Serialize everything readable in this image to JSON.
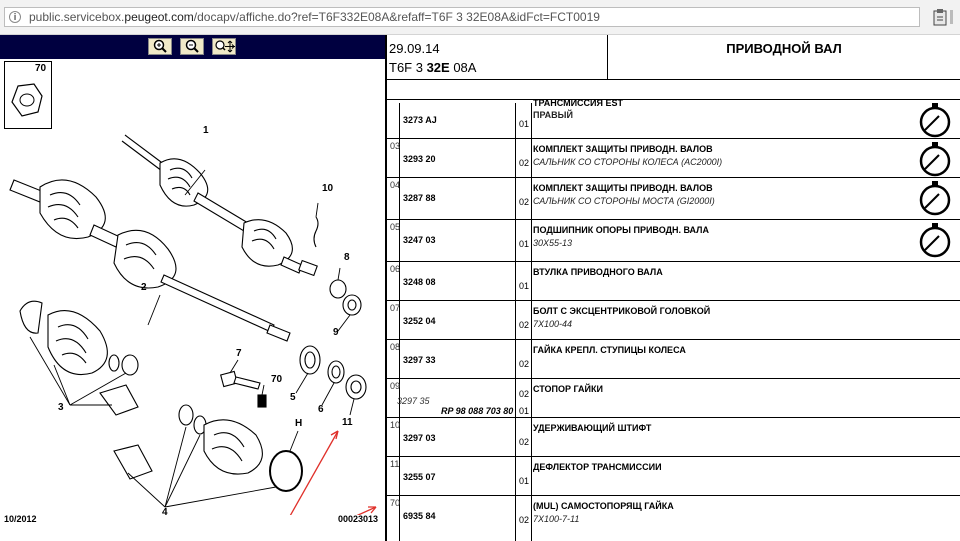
{
  "browser": {
    "url_prefix": "public.servicebox.",
    "url_domain": "peugeot.com",
    "url_suffix": "/docapv/affiche.do?ref=T6F332E08A&refaff=T6F 3 32E08A&idFct=FCT0019"
  },
  "diagram": {
    "inset_number": "70",
    "callouts": [
      "1",
      "2",
      "3",
      "4",
      "5",
      "6",
      "7",
      "8",
      "9",
      "10",
      "11",
      "70",
      "H"
    ],
    "footer_date": "10/2012",
    "footer_code": "00023013"
  },
  "header": {
    "date": "29.09.14",
    "ref_a": "T6F 3 ",
    "ref_b": "32E",
    "ref_c": " 08A",
    "title": "ПРИВОДНОЙ ВАЛ"
  },
  "rows": [
    {
      "item": "",
      "part": "3273 AJ",
      "qty": "01",
      "desc": "ТРАНСМИССИЯ EST",
      "desc2": "ПРАВЫЙ",
      "timer": true
    },
    {
      "item": "03",
      "part": "3293 20",
      "qty": "02",
      "desc": "КОМПЛЕКТ ЗАЩИТЫ ПРИВОДН. ВАЛОВ",
      "desc2": "САЛЬНИК СО СТОРОНЫ КОЛЕСА (AC2000I)",
      "timer": true
    },
    {
      "item": "04",
      "part": "3287 88",
      "qty": "02",
      "desc": "КОМПЛЕКТ ЗАЩИТЫ ПРИВОДН. ВАЛОВ",
      "desc2": "САЛЬНИК СО СТОРОНЫ МОСТА (GI2000I)",
      "timer": true
    },
    {
      "item": "05",
      "part": "3247 03",
      "qty": "01",
      "desc": "ПОДШИПНИК ОПОРЫ ПРИВОДН. ВАЛА",
      "desc2": "30X55-13",
      "timer": true
    },
    {
      "item": "06",
      "part": "3248 08",
      "qty": "01",
      "desc": "ВТУЛКА ПРИВОДНОГО ВАЛА",
      "desc2": "",
      "timer": false
    },
    {
      "item": "07",
      "part": "3252 04",
      "qty": "02",
      "desc": "БОЛТ С ЭКСЦЕНТРИКОВОЙ ГОЛОВКОЙ",
      "desc2": "7X100-44",
      "timer": false
    },
    {
      "item": "08",
      "part": "3297 33",
      "qty": "02",
      "desc": "ГАЙКА КРЕПЛ. СТУПИЦЫ КОЛЕСА",
      "desc2": "",
      "timer": false
    },
    {
      "item": "09",
      "part": "",
      "sub": "3297 35",
      "rp": "RP 98 088 703 80",
      "qty": "02",
      "qty_rp": "01",
      "desc": "СТОПОР ГАЙКИ",
      "desc2": "",
      "timer": false
    },
    {
      "item": "10",
      "part": "3297 03",
      "qty": "02",
      "desc": "УДЕРЖИВАЮЩИЙ ШТИФТ",
      "desc2": "",
      "timer": false
    },
    {
      "item": "11",
      "part": "3255 07",
      "qty": "01",
      "desc": "ДЕФЛЕКТОР ТРАНСМИССИИ",
      "desc2": "",
      "timer": false
    },
    {
      "item": "70",
      "part": "6935 84",
      "qty": "02",
      "desc": "(MUL) САМОСТОПОРЯЩ ГАЙКА",
      "desc2": "7X100-7-11",
      "timer": false
    }
  ],
  "icons": {
    "zoom_in": "zoom-in-icon",
    "zoom_out": "zoom-out-icon",
    "pan": "pan-icon",
    "timer": "stopwatch-icon",
    "clipboard": "clipboard-icon"
  },
  "colors": {
    "zoombar": "#000040",
    "annotation_arrow": "#e0302a"
  }
}
